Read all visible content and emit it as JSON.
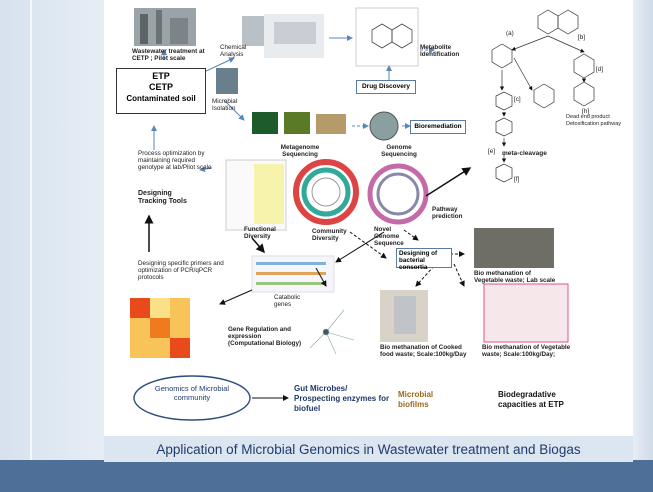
{
  "nodes": {
    "wwt": "Wastewater treatment at CETP ; Pilot scale",
    "chem": "Chemical Analysis",
    "metabolite": "Metabolite Identification",
    "drug": "Drug Discovery",
    "etp1": "ETP",
    "etp2": "CETP",
    "etp3": "Contaminated soil",
    "isolation": "Microbial Isolation",
    "bioremed": "Bioremediation",
    "process": "Process optimization by maintaining required genotype at lab/Pilot scale",
    "metagenome": "Metagenome Sequencing",
    "genome": "Genome Sequencing",
    "tracking": "Designing Tracking Tools",
    "functional": "Functional Diversity",
    "community": "Community Diversity",
    "novel": "Novel Genome Sequence",
    "pathway": "Pathway prediction",
    "consortia": "Designing of bacterial consortia",
    "primers": "Designing specific primers and optimization of PCR/qPCR protocols",
    "catabolic": "Catabolic genes",
    "genereg": "Gene Regulation and expression (Computational Biology)",
    "biometh_lab": "Bio methanation of Vegetable waste; Lab scale",
    "biometh_cooked": "Bio methanation of Cooked food waste; Scale:100kg/Day",
    "biometh_veg": "Bio methanation of Vegetable waste; Scale:100kg/Day;",
    "meta_cleavage": "meta-cleavage",
    "chem_a": "(a)",
    "chem_b": "[b]",
    "chem_c": "[c]",
    "chem_d": "[d]",
    "chem_h": "[h]",
    "chem_e": "[e]",
    "chem_f": "[f]",
    "dead_end": "Dead end product Detoxification pathway"
  },
  "bottom": {
    "genomics": "Genomics of Microbial community",
    "gut": "Gut Microbes/ Prospecting enzymes for biofuel",
    "biofilms": "Microbial biofilms",
    "biodeg": "Biodegradative capacities at ETP"
  },
  "caption": "Application of Microbial Genomics in Wastewater treatment and Biogas",
  "colors": {
    "arrow_blue": "#5b86b8",
    "dark_arrow": "#111111",
    "gut_text": "#1f3b6b",
    "biofilm_text": "#a0661d"
  }
}
